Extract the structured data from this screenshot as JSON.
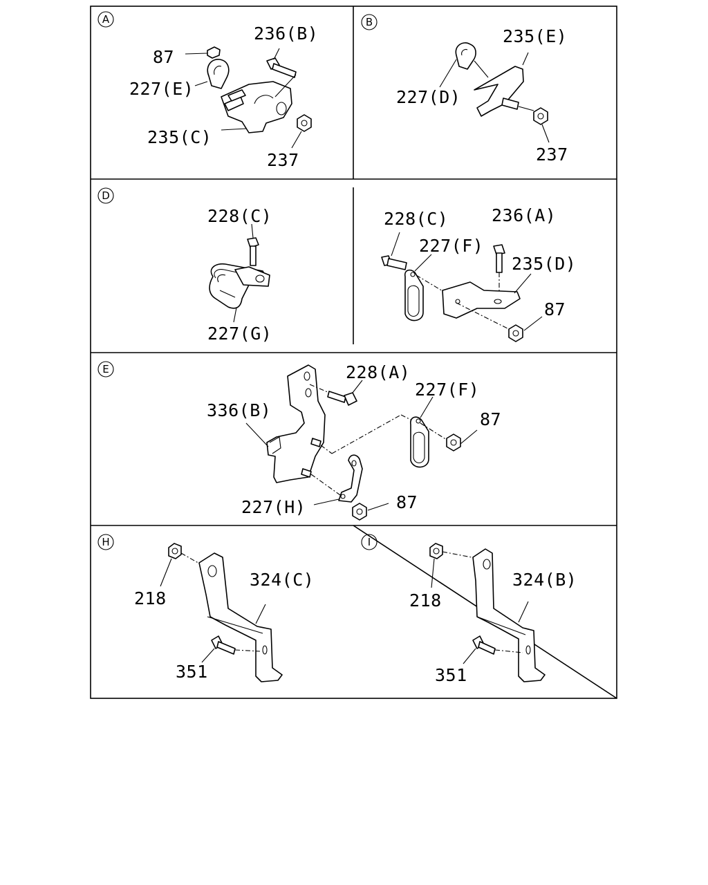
{
  "panels": {
    "A": {
      "marker": "A",
      "labels": {
        "p87": "87",
        "p236b": "236(B)",
        "p227e": "227(E)",
        "p235c": "235(C)",
        "p237": "237"
      }
    },
    "B": {
      "marker": "B",
      "labels": {
        "p235e": "235(E)",
        "p227d": "227(D)",
        "p237": "237"
      }
    },
    "D": {
      "marker": "D",
      "labels": {
        "p228c": "228(C)",
        "p227g": "227(G)"
      }
    },
    "D2": {
      "labels": {
        "p228c": "228(C)",
        "p236a": "236(A)",
        "p227f": "227(F)",
        "p235d": "235(D)",
        "p87": "87"
      }
    },
    "E": {
      "marker": "E",
      "labels": {
        "p228a": "228(A)",
        "p336b": "336(B)",
        "p227f": "227(F)",
        "p87a": "87",
        "p227h": "227(H)",
        "p87b": "87"
      }
    },
    "H": {
      "marker": "H",
      "labels": {
        "p218": "218",
        "p324c": "324(C)",
        "p351": "351"
      }
    },
    "I": {
      "marker": "I",
      "labels": {
        "p218": "218",
        "p324b": "324(B)",
        "p351": "351"
      }
    }
  }
}
